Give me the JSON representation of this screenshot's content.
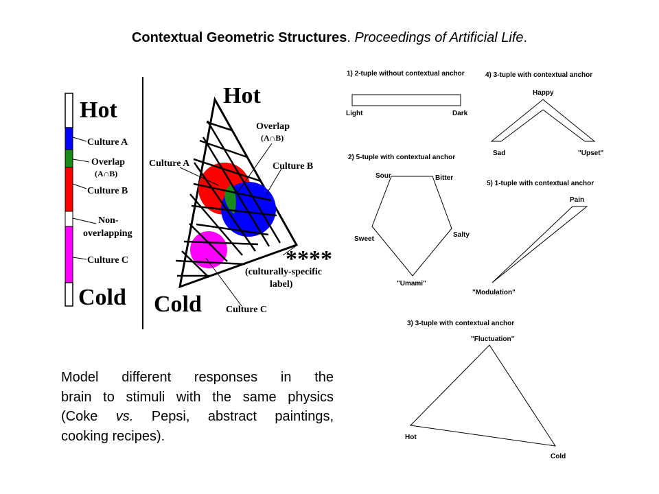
{
  "title": {
    "bold": "Contextual Geometric Structures",
    "sep": ". ",
    "italic": "Proceedings of Artificial Life",
    "end": "."
  },
  "body": {
    "line1": "Model different responses in the",
    "line2": "brain to stimuli with the same physics",
    "line3_a": "(Coke ",
    "line3_vs": "vs.",
    "line3_b": " Pepsi, abstract paintings,",
    "line4": "cooking recipes)."
  },
  "legend_bar": {
    "hot": "Hot",
    "cold": "Cold",
    "culture_a": "Culture A",
    "overlap": "Overlap",
    "overlap_sub": "(A∩B)",
    "culture_b": "Culture B",
    "non_overlapping_1": "Non-",
    "non_overlapping_2": "overlapping",
    "culture_c": "Culture C"
  },
  "triangle": {
    "hot": "Hot",
    "cold": "Cold",
    "culture_a": "Culture A",
    "overlap": "Overlap",
    "overlap_sub": "(A∩B)",
    "culture_b": "Culture B",
    "culture_c": "Culture C",
    "stars": "****",
    "label_1": "(culturally-specific",
    "label_2": "label)"
  },
  "panels": {
    "p1": {
      "title": "1) 2-tuple without contextual anchor",
      "left": "Light",
      "right": "Dark"
    },
    "p2": {
      "title": "2) 5-tuple with contextual anchor",
      "sour": "Sour",
      "bitter": "Bitter",
      "salty": "Salty",
      "umami": "\"Umami\"",
      "sweet": "Sweet"
    },
    "p3": {
      "title": "3) 3-tuple with contextual anchor",
      "top": "\"Fluctuation\"",
      "hot": "Hot",
      "cold": "Cold"
    },
    "p4": {
      "title": "4) 3-tuple with contextual anchor",
      "top": "Happy",
      "left": "Sad",
      "right": "\"Upset\""
    },
    "p5": {
      "title": "5) 1-tuple with contextual anchor",
      "top": "Pain",
      "bottom": "\"Modulation\""
    }
  },
  "colors": {
    "culture_a": "#ff0000",
    "culture_b": "#0000ff",
    "overlap": "#1a8a1a",
    "culture_c": "#ff00ff",
    "non_overlapping": "#ffffff"
  }
}
